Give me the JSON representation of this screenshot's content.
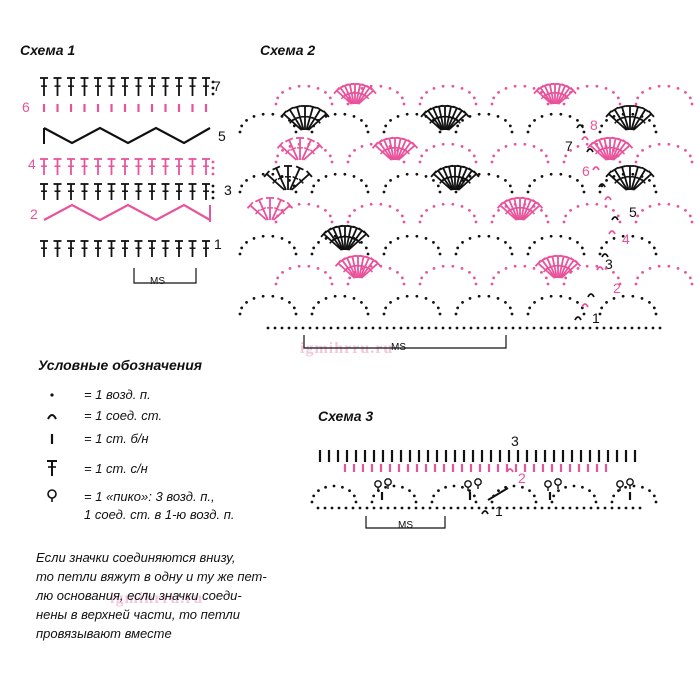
{
  "scheme1": {
    "title": "Схема 1",
    "rows": [
      "1",
      "2",
      "3",
      "4",
      "5",
      "6",
      "7"
    ],
    "repeat_label": "MS"
  },
  "scheme2": {
    "title": "Схема 2",
    "rows": [
      "1",
      "2",
      "3",
      "4",
      "5",
      "6",
      "7",
      "8"
    ],
    "repeat_label": "MS"
  },
  "scheme3": {
    "title": "Схема 3",
    "rows": [
      "1",
      "2",
      "3"
    ],
    "repeat_label": "MS"
  },
  "legend": {
    "title": "Условные обозначения",
    "items": [
      {
        "icon": "chain-stitch-icon",
        "text": "= 1 возд. п."
      },
      {
        "icon": "slip-stitch-icon",
        "text": "= 1 соед. ст."
      },
      {
        "icon": "single-crochet-icon",
        "text": "= 1 ст. б/н"
      },
      {
        "icon": "double-crochet-icon",
        "text": "= 1 ст. с/н"
      },
      {
        "icon": "picot-icon",
        "text": "= 1 «пико»: 3 возд. п.,",
        "text2": "1 соед. ст. в 1-ю возд. п."
      }
    ]
  },
  "note": [
    "Если значки соединяются внизу,",
    "то петли вяжут в одну и ту же пет-",
    "лю основания, если значки соеди-",
    "нены в верхней части, то петли",
    "провязывают вместе"
  ],
  "watermark": "igmihrru.ru",
  "colors": {
    "pink": "#e8549b",
    "black": "#111111"
  }
}
